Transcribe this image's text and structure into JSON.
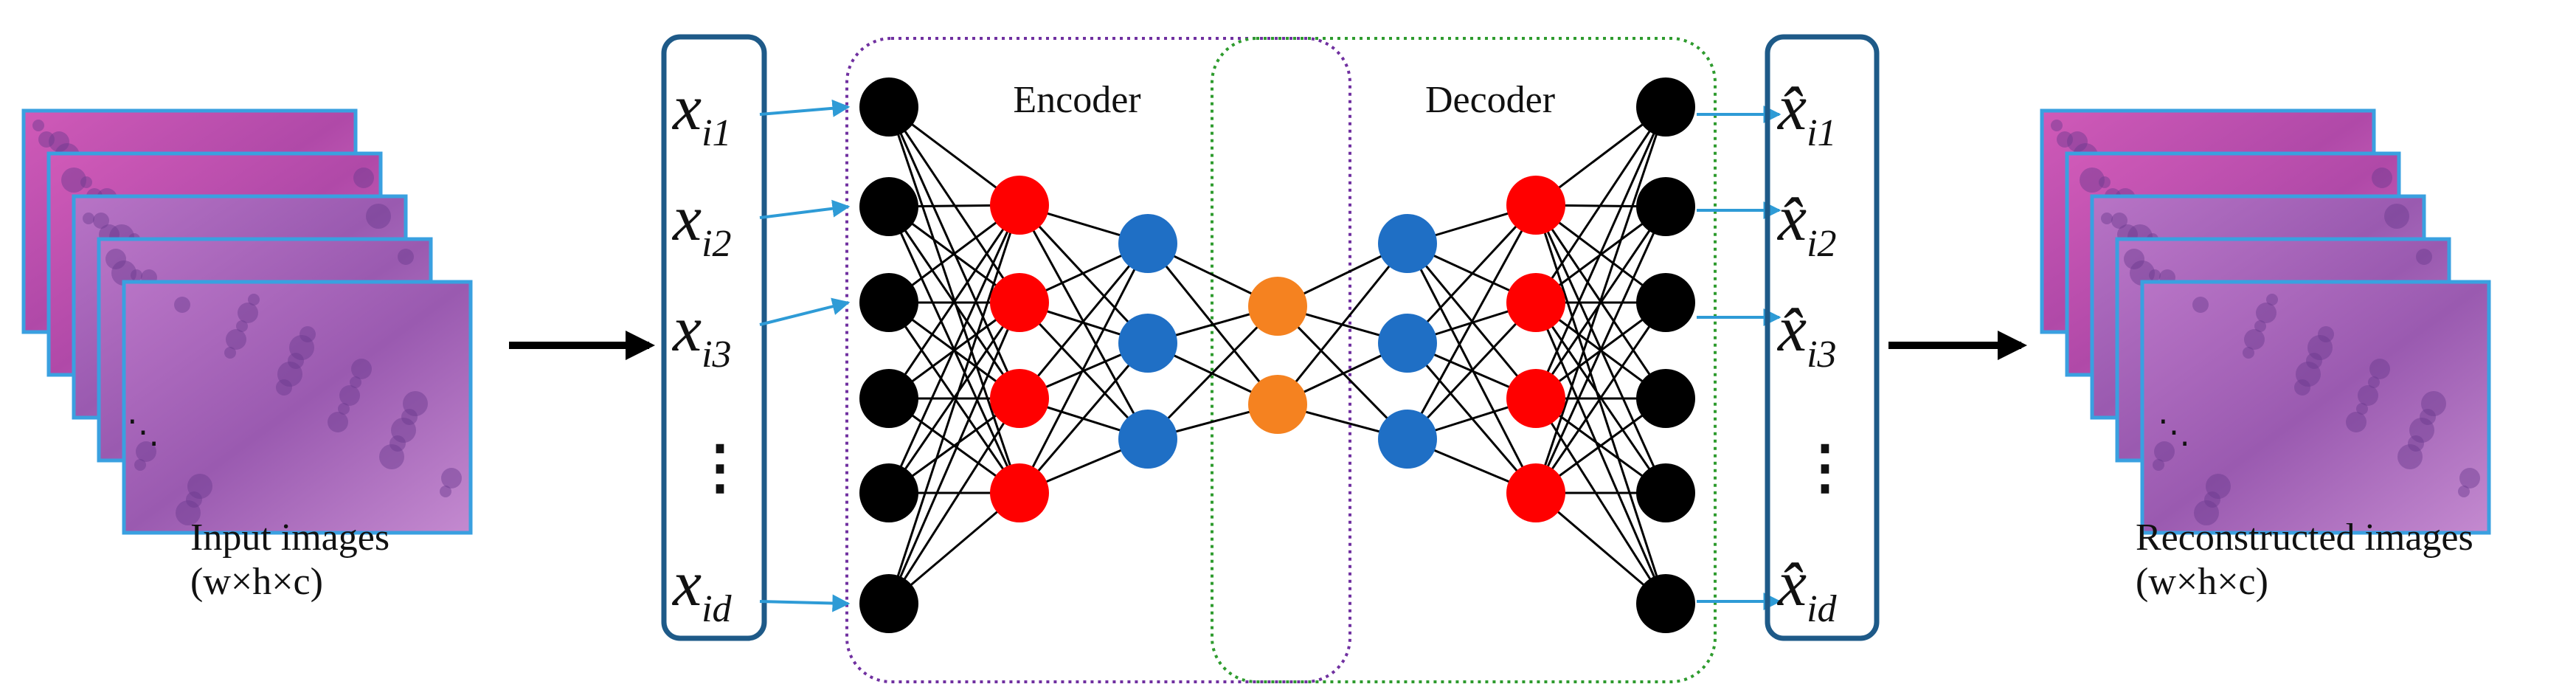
{
  "labels": {
    "encoder": "Encoder",
    "decoder": "Decoder",
    "input_caption_line1": "Input images",
    "input_caption_line2": "(w×h×c)",
    "output_caption_line1": "Reconstructed  images",
    "output_caption_line2": "(w×h×c)",
    "stack_ellipsis": "⋱"
  },
  "input_vector": {
    "symbol": "x",
    "subscripts": [
      "i1",
      "i2",
      "i3",
      "id"
    ],
    "ellipsis": "⋮"
  },
  "output_vector": {
    "symbol": "x̂",
    "subscripts": [
      "i1",
      "i2",
      "i3",
      "id"
    ],
    "ellipsis": "⋮"
  },
  "network": {
    "layers": [
      {
        "name": "input",
        "nodes": 6,
        "color": "#000000"
      },
      {
        "name": "encoder-hidden-1",
        "nodes": 4,
        "color": "#ff0000"
      },
      {
        "name": "encoder-hidden-2",
        "nodes": 3,
        "color": "#1f6fc5"
      },
      {
        "name": "code",
        "nodes": 2,
        "color": "#f58220"
      },
      {
        "name": "decoder-hidden-1",
        "nodes": 3,
        "color": "#1f6fc5"
      },
      {
        "name": "decoder-hidden-2",
        "nodes": 4,
        "color": "#ff0000"
      },
      {
        "name": "output",
        "nodes": 6,
        "color": "#000000"
      }
    ]
  },
  "colors": {
    "vector_box": "#1e5a88",
    "arrow": "#2e9bd6",
    "encoder_box": "#7030a0",
    "decoder_box": "#2e9b2e",
    "tissue_border": "#3aa0e0"
  }
}
